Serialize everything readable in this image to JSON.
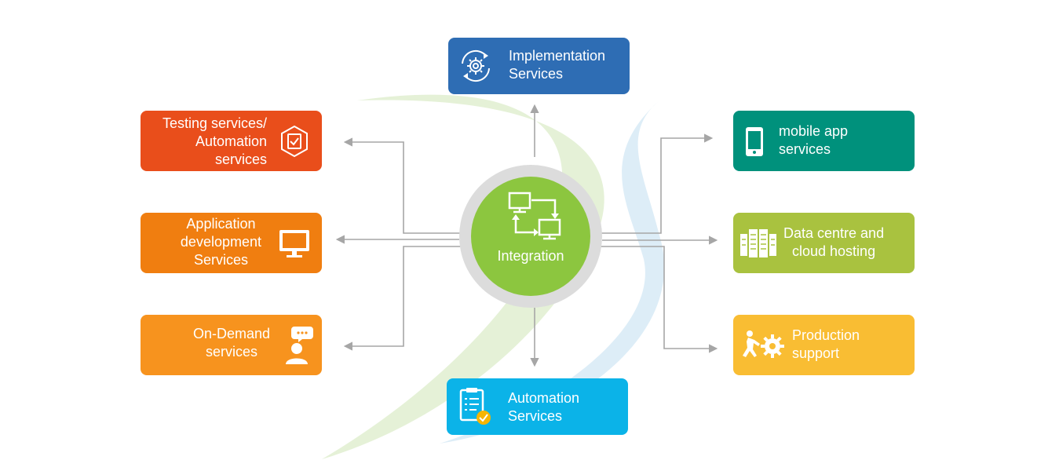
{
  "diagram": {
    "hub": {
      "label": "Integration",
      "color": "#8cc63f",
      "ring_color": "#dcdcdc",
      "icon": "two-monitors-sync-icon"
    },
    "services": [
      {
        "id": "implementation",
        "lines": [
          "Implementation",
          "Services"
        ],
        "color": "#2e6db4",
        "icon": "gear-refresh-icon"
      },
      {
        "id": "testing",
        "lines": [
          "Testing services/",
          "Automation",
          "services"
        ],
        "color": "#e94e1b",
        "icon": "shield-check-icon"
      },
      {
        "id": "application",
        "lines": [
          "Application",
          "development",
          "Services"
        ],
        "color": "#f07e10",
        "icon": "monitor-icon"
      },
      {
        "id": "ondemand",
        "lines": [
          "On-Demand",
          "services"
        ],
        "color": "#f7931e",
        "icon": "person-chat-icon"
      },
      {
        "id": "automation",
        "lines": [
          "Automation",
          "Services"
        ],
        "color": "#0bb3e8",
        "icon": "clipboard-check-icon"
      },
      {
        "id": "mobile",
        "lines": [
          "mobile app",
          "services"
        ],
        "color": "#00917c",
        "icon": "smartphone-icon"
      },
      {
        "id": "datacentre",
        "lines": [
          "Data centre and",
          "cloud hosting"
        ],
        "color": "#a9c23f",
        "icon": "server-rack-icon"
      },
      {
        "id": "production",
        "lines": [
          "Production",
          "support"
        ],
        "color": "#f9bd33",
        "icon": "person-gear-icon"
      }
    ],
    "connector_color": "#a6a6a6",
    "swoosh_colors": [
      "#dfeecd",
      "#d4e8f5"
    ]
  }
}
